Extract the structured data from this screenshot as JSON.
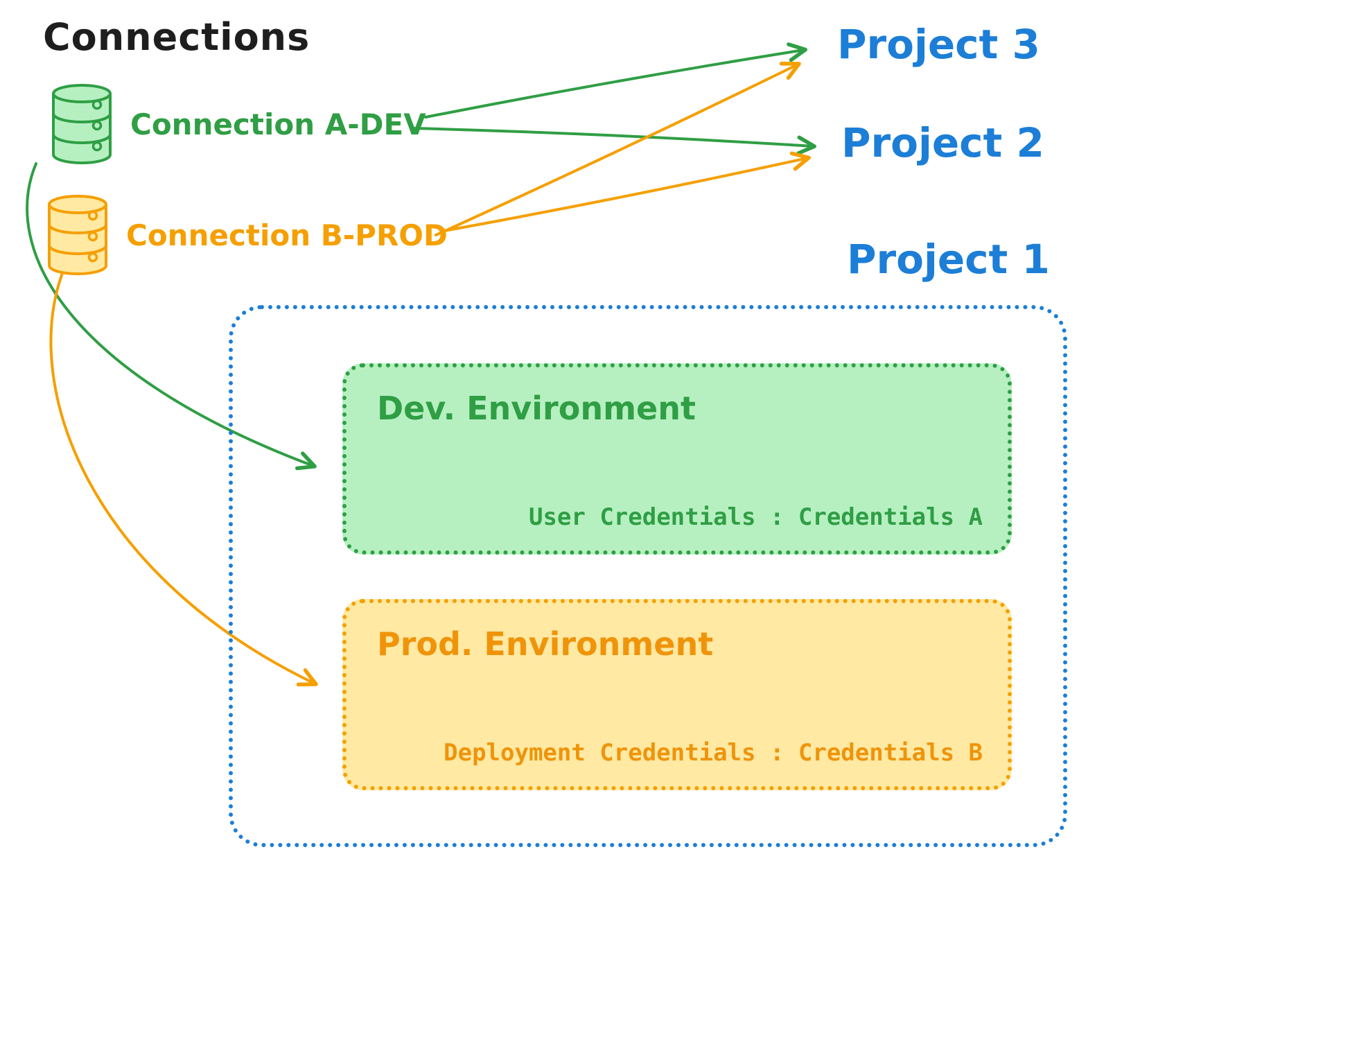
{
  "title": "Connections",
  "colors": {
    "green": "#2f9e44",
    "green_fill": "#b6f0c1",
    "orange": "#f59f00",
    "orange_fill": "#ffe9a3",
    "blue": "#1c7ed6",
    "text": "#1e1e1e"
  },
  "connections": [
    {
      "label": "Connection A-DEV"
    },
    {
      "label": "Connection B-PROD"
    }
  ],
  "projects": [
    {
      "label": "Project 3"
    },
    {
      "label": "Project 2"
    },
    {
      "label": "Project 1"
    }
  ],
  "environments": [
    {
      "title": "Dev. Environment",
      "credentials": "User Credentials : Credentials A"
    },
    {
      "title": "Prod. Environment",
      "credentials": "Deployment Credentials : Credentials B"
    }
  ],
  "arrows": [
    {
      "from": "Connection A-DEV",
      "to": "Project 3",
      "color": "#2f9e44"
    },
    {
      "from": "Connection A-DEV",
      "to": "Project 2",
      "color": "#2f9e44"
    },
    {
      "from": "Connection B-PROD",
      "to": "Project 3",
      "color": "#f59f00"
    },
    {
      "from": "Connection B-PROD",
      "to": "Project 2",
      "color": "#f59f00"
    },
    {
      "from": "Connection A-DEV",
      "to": "Dev. Environment",
      "color": "#2f9e44"
    },
    {
      "from": "Connection B-PROD",
      "to": "Prod. Environment",
      "color": "#f59f00"
    }
  ]
}
